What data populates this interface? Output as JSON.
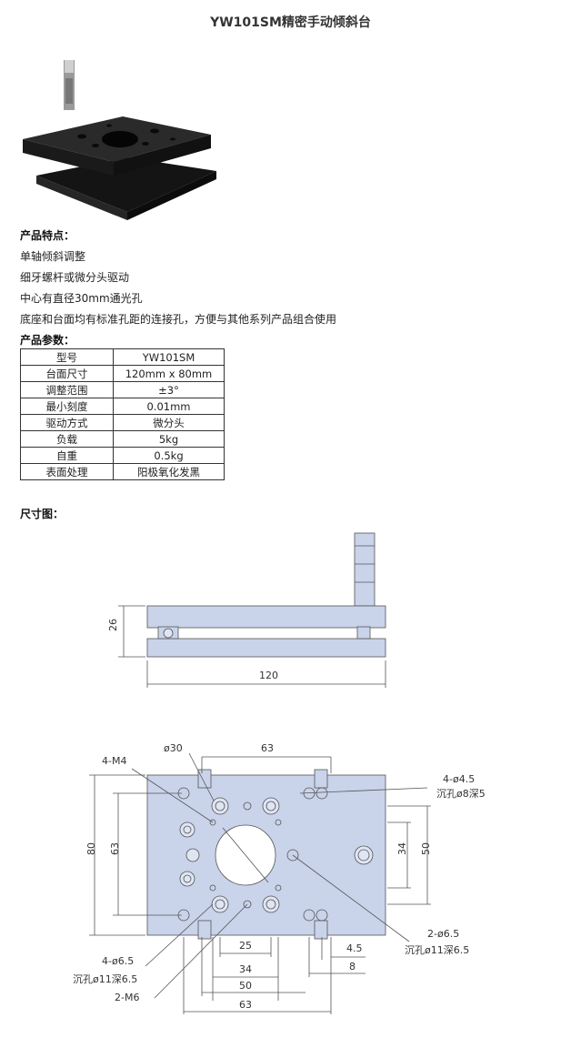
{
  "title": "YW101SM精密手动倾斜台",
  "features": {
    "heading": "产品特点：",
    "items": [
      "单轴倾斜调整",
      "细牙螺杆或微分头驱动",
      "中心有直径30mm通光孔",
      "底座和台面均有标准孔距的连接孔，方便与其他系列产品组合使用"
    ]
  },
  "params": {
    "heading": "产品参数：",
    "rows": [
      {
        "k": "型号",
        "v": "YW101SM"
      },
      {
        "k": "台面尺寸",
        "v": "120mm x 80mm"
      },
      {
        "k": "调整范围",
        "v": "±3°"
      },
      {
        "k": "最小刻度",
        "v": "0.01mm"
      },
      {
        "k": "驱动方式",
        "v": "微分头"
      },
      {
        "k": "负载",
        "v": "5kg"
      },
      {
        "k": "自重",
        "v": "0.5kg"
      },
      {
        "k": "表面处理",
        "v": "阳极氧化发黑"
      }
    ]
  },
  "drawing": {
    "heading": "尺寸图：",
    "side": {
      "height": "26",
      "width": "120"
    },
    "top": {
      "d30": "ø30",
      "w63_top": "63",
      "m4": "4-M4",
      "hole45": "4-ø4.5",
      "cb8": "沉孔ø8深5",
      "h80": "80",
      "h63": "63",
      "h34": "34",
      "h50": "50",
      "d65r": "2-ø6.5",
      "cb11r": "沉孔ø11深6.5",
      "d65l": "4-ø6.5",
      "cb11l": "沉孔ø11深6.5",
      "m6": "2-M6",
      "w25": "25",
      "w34": "34",
      "w50": "50",
      "w63": "63",
      "w45": "4.5",
      "w8": "8"
    }
  },
  "colors": {
    "plate": "#c9d3ea",
    "metal": "#1e1e1e"
  }
}
